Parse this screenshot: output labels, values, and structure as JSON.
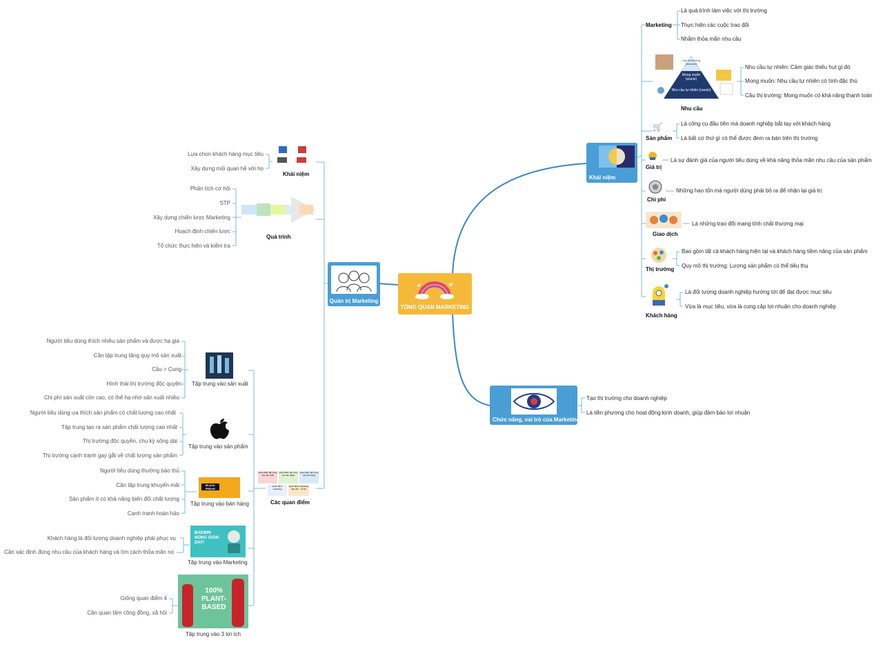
{
  "center": {
    "label": "TỔNG QUAN MARKETING"
  },
  "left_main": {
    "label": "Quản trị Marketing"
  },
  "right_top": {
    "label": "Khái niệm"
  },
  "right_bottom": {
    "label": "Chức năng, vai trò của Marketing"
  },
  "function_items": [
    "Tạo thị trường cho doanh nghiệp",
    "Là tiền phương cho hoạt động kinh doanh, giúp đảm bảo lợi nhuận"
  ],
  "concepts": {
    "marketing": {
      "label": "Marketing",
      "items": [
        "Là quá trình làm việc với thị trường",
        "Thực hiện các cuộc trao đổi",
        "Nhằm thỏa mãn nhu cầu"
      ]
    },
    "needs": {
      "label": "Nhu cầu",
      "items": [
        "Nhu cầu tự nhiên: Cảm giác thiếu hụt gì đó",
        "Mong muốn: Nhu cầu tự nhiên có tính đặc thù",
        "Cầu thị trường: Mong muốn có khả năng thanh toán"
      ],
      "pyramid": {
        "top": "Cầu thị trường (demand)",
        "middle": "Mong muốn (wants)",
        "bottom": "Nhu cầu tự nhiên (needs)"
      }
    },
    "product": {
      "label": "Sản phẩm",
      "items": [
        "Là công cụ đầu tiên mà doanh nghiệp bắt tay với khách hàng",
        "Là bất cứ thứ gì có thể được đem ra bán trên thị trường"
      ]
    },
    "value": {
      "label": "Giá trị",
      "items": [
        "Là sự đánh giá của người tiêu dùng về khả năng thỏa mãn nhu cầu của sản phẩm"
      ]
    },
    "cost": {
      "label": "Chi phí",
      "items": [
        "Những hao tổn mà người dùng phải bỏ ra để nhận lại giá trị"
      ]
    },
    "transaction": {
      "label": "Giao dịch",
      "items": [
        "Là những trao đổi mang tính chất thương mại"
      ]
    },
    "market": {
      "label": "Thị trường",
      "items": [
        "Bao gồm tất cả khách hàng hiện tại và khách hàng tiềm năng của sản phẩm",
        "Quy mô thị trường: Lượng sản phẩm có thể tiêu thụ"
      ]
    },
    "customer": {
      "label": "Khách hàng",
      "items": [
        "Là đối tượng doanh nghiệp hướng tới để đạt được mục tiêu",
        "Vừa là mục tiêu, vừa là cung cấp lợi nhuận cho doanh nghiệp"
      ]
    }
  },
  "management": {
    "concept": {
      "label": "Khái niệm",
      "items": [
        "Lựa chọn khách hàng mục tiêu",
        "Xây dựng mối quan hệ với họ"
      ]
    },
    "process": {
      "label": "Quá trình",
      "items": [
        "Phân tích cơ hội",
        "STP",
        "Xây dựng chiến lược Marketing",
        "Hoạch định chiến lược",
        "Tổ chức thực hiện và kiểm tra"
      ]
    },
    "viewpoints": {
      "label": "Các quan điểm",
      "tiles": [
        "Quan điểm tập trung vào sản xuất",
        "Quan điểm tập trung vào sản phẩm",
        "Quan điểm tập trung vào bán hàng",
        "Quan điểm marketing",
        "Quan điểm marketing đạo đức - xã hội"
      ],
      "groups": [
        {
          "label": "Tập trung vào sản xuất",
          "items": [
            "Người tiêu dùng thích nhiều sản phẩm và được hạ giá",
            "Cần tập trung tăng quy mô sản xuất",
            "Cầu > Cung",
            "Hình thái thị trường độc quyền",
            "Chi phí sản xuất còn cao, có thể hạ nhờ sản xuất nhiều"
          ]
        },
        {
          "label": "Tập trung vào sản phẩm",
          "items": [
            "Người tiêu dùng ưa thích sản phẩm có chất lượng cao nhất",
            "Tập trung tạo ra sản phẩm chất lượng cao nhất",
            "Thị trường độc quyền, chu kỳ sống dài",
            "Thị trường cạnh tranh gay gắt về chất lượng sản phẩm"
          ]
        },
        {
          "label": "Tập trung vào bán hàng",
          "items": [
            "Người tiêu dùng thường bảo thủ",
            "Cần tập trung khuyến mãi",
            "Sản phẩm ít có khả năng biến đổi chất lượng",
            "Cạnh tranh hoàn hảo"
          ]
        },
        {
          "label": "Tập trung vào Marketing",
          "items": [
            "Khách hàng là đối tượng doanh nghiệp phải phục vụ",
            "Cần xác định đúng nhu cầu của khách hàng và tìm cách thỏa mãn nó"
          ]
        },
        {
          "label": "Tập trung vào 3 lợi ích",
          "items": [
            "Giống quan điểm 4",
            "Cần quan tâm cộng đồng, xã hội"
          ]
        }
      ]
    }
  },
  "picture_text": {
    "black_friday": "BLACK FRIDAY",
    "baemin": "BAEMIN NONG GION DAY!",
    "plant_based": "100% PLANT-BASED"
  },
  "colors": {
    "accent_blue": "#4a9ed6",
    "center_yellow": "#f5b93a",
    "line_blue": "#3a86c8",
    "line_light": "#7ab8e0"
  }
}
